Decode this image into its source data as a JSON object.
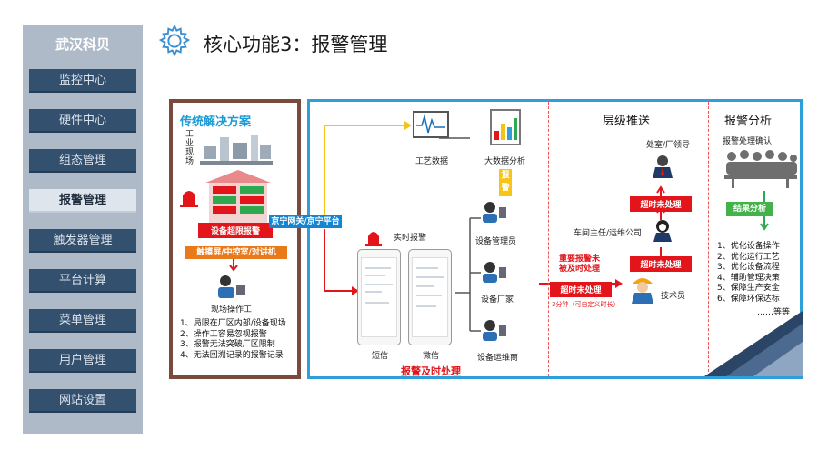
{
  "brand": "武汉科贝",
  "nav": [
    "监控中心",
    "硬件中心",
    "组态管理",
    "报警管理",
    "触发器管理",
    "平台计算",
    "菜单管理",
    "用户管理",
    "网站设置"
  ],
  "active_nav": "报警管理",
  "title": "核心功能3：报警管理",
  "diagram": {
    "traditional": {
      "title": "传统解决方案",
      "site_label": "工业现场",
      "alarm_box": "设备超限报警",
      "touch_box": "触摸屏/中控室/对讲机",
      "operator": "现场操作工",
      "issues": [
        "1、局限在厂区内部/设备现场",
        "2、操作工容易忽视报警",
        "3、报警无法突破厂区限制",
        "4、无法回溯记录的报警记录"
      ]
    },
    "platform_box": "京宁网关/京宁平台",
    "process_data": "工艺数据",
    "big_data": "大数据分析",
    "alarm_push": "报警",
    "realtime_alarm": "实时报警",
    "sms": "短信",
    "wechat": "微信",
    "equip_admin": "设备管理员",
    "equip_vendor": "设备厂家",
    "equip_operator": "设备运维商",
    "timely": "报警及时处理",
    "tiered": {
      "title": "层级推送",
      "leader": "处室/厂领导",
      "overtime_top": "超时未处理",
      "workshop": "车间主任/运维公司",
      "overtime_mid": "超时未处理",
      "important": "重要报警未\n被及时处理",
      "overtime_low": "超时未处理",
      "interval": "3分钟（可自定义时长）",
      "tech": "技术员"
    },
    "analysis": {
      "title": "报警分析",
      "confirm": "报警处理确认",
      "result": "结果分析",
      "items": [
        "1、优化设备操作",
        "2、优化运行工艺",
        "3、优化设备流程",
        "4、辅助管理决策",
        "5、保障生产安全",
        "6、保障环保达标"
      ],
      "etc": "……等等"
    }
  },
  "colors": {
    "nav_bg": "#33506e",
    "sidebar_bg": "#aebac7",
    "accent_blue": "#2f9fda",
    "alarm_red": "#e3151a",
    "trad_border": "#7a4a3d"
  }
}
